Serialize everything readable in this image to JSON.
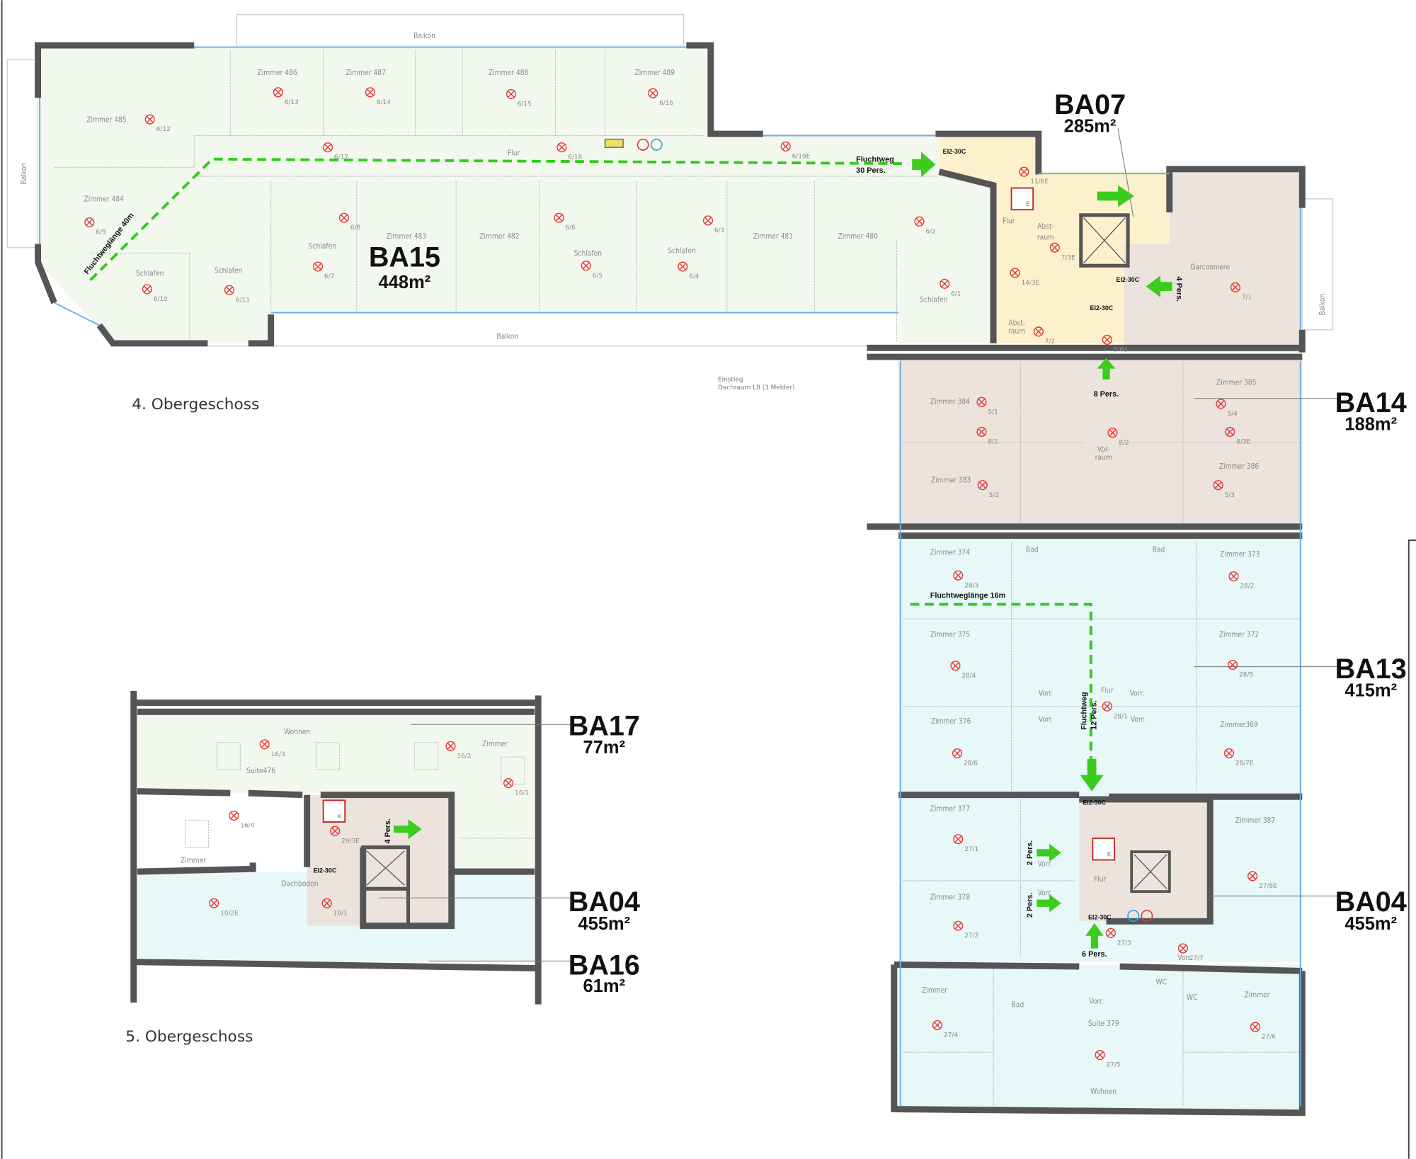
{
  "floors": {
    "upper": {
      "title": "4. Obergeschoss",
      "note_lines": [
        "Einstieg",
        "Dachraum L8 (3 Melder)"
      ]
    },
    "lower": {
      "title": "5. Obergeschoss"
    }
  },
  "areas": [
    {
      "id": "BA15",
      "size": "448m²"
    },
    {
      "id": "BA07",
      "size": "285m²"
    },
    {
      "id": "BA14",
      "size": "188m²"
    },
    {
      "id": "BA13",
      "size": "415m²"
    },
    {
      "id": "BA04",
      "size": "455m²"
    },
    {
      "id": "BA17",
      "size": "77m²"
    },
    {
      "id": "BA04",
      "size": "455m²"
    },
    {
      "id": "BA16",
      "size": "61m²"
    }
  ],
  "rooms": [
    "Zimmer 485",
    "Zimmer 486",
    "Zimmer 487",
    "Zimmer 488",
    "Zimmer 489",
    "Flur",
    "Zimmer 484",
    "Schlafen",
    "Schlafen",
    "Schlafen",
    "Zimmer 483",
    "Zimmer 482",
    "Schlafen",
    "Schlafen",
    "Zimmer 481",
    "Zimmer 480",
    "Schlafen",
    "Balkon",
    "Balkon",
    "Balkon",
    "Balkon",
    "Flur",
    "Abst-",
    "raum",
    "Abst-",
    "raum",
    "Garconniere",
    "Zimmer 384",
    "Zimmer 385",
    "Vor-",
    "raum",
    "Zimmer 383",
    "Zimmer 386",
    "Zimmer 374",
    "Bad",
    "Bad",
    "Zimmer 373",
    "Zimmer 375",
    "Zimmer 372",
    "Vorr.",
    "Flur",
    "Vorr.",
    "Vorr.",
    "Vorr.",
    "Zimmer 376",
    "Zimmer369",
    "Zimmer 377",
    "Zimmer 387",
    "Vorr.",
    "Flur",
    "Zimmer 378",
    "Vorr.",
    "Vorr.",
    "Zimmer",
    "Bad",
    "Vorr.",
    "WC",
    "WC",
    "Zimmer",
    "Suite 379",
    "Wohnen",
    "Wohnen",
    "Zimmer",
    "Suite476",
    "Zimmer",
    "Dachboden"
  ],
  "detectors": [
    "6/12",
    "6/13",
    "6/14",
    "6/15",
    "6/16",
    "6/17",
    "6/18",
    "6/19E",
    "6/9",
    "6/10",
    "6/11",
    "6/8",
    "6/7",
    "6/6",
    "6/5",
    "6/3",
    "6/4",
    "6/2",
    "6/1",
    "11/6E",
    "7/3E",
    "14/3E",
    "7/2",
    "5/6S",
    "7/1",
    "5/1",
    "8/1",
    "5/4",
    "8/2",
    "8/3E",
    "5/2",
    "5/3",
    "28/3",
    "28/2",
    "28/4",
    "28/5",
    "28/1",
    "28/6",
    "28/7E",
    "27/1",
    "27/8E",
    "27/2",
    "27/3",
    "27/7",
    "27/4",
    "27/6",
    "27/5",
    "16/3",
    "16/2",
    "16/1",
    "16/4",
    "29/3E",
    "10/2E",
    "10/1"
  ],
  "doors": [
    "EI2-30C",
    "EI2-30C",
    "EI2-30C",
    "EI2-30C",
    "EI2-30C",
    "EI2-30C"
  ],
  "escape": {
    "main_line1": "Fluchtweg",
    "main_line2": "30 Pers.",
    "length_40": "Fluchtweglänge 40m",
    "length_16": "Fluchtweglänge 16m",
    "pers4": "4 Pers.",
    "pers8": "8 Pers.",
    "corridor_line1": "Fluchtweg",
    "corridor_line2": "12 Pers.",
    "pers2a": "2 Pers.",
    "pers2b": "2 Pers.",
    "pers6": "6 Pers.",
    "pers4b": "4 Pers."
  },
  "stair_codes": [
    "E",
    "K",
    "K"
  ],
  "colors": {
    "ba15": "#f3f8ee",
    "ba07": "#fdf0cc",
    "brown": "#ece3dd",
    "cyan": "#e8f7f8",
    "escape": "#2ecc1a",
    "detector": "#e53935"
  }
}
